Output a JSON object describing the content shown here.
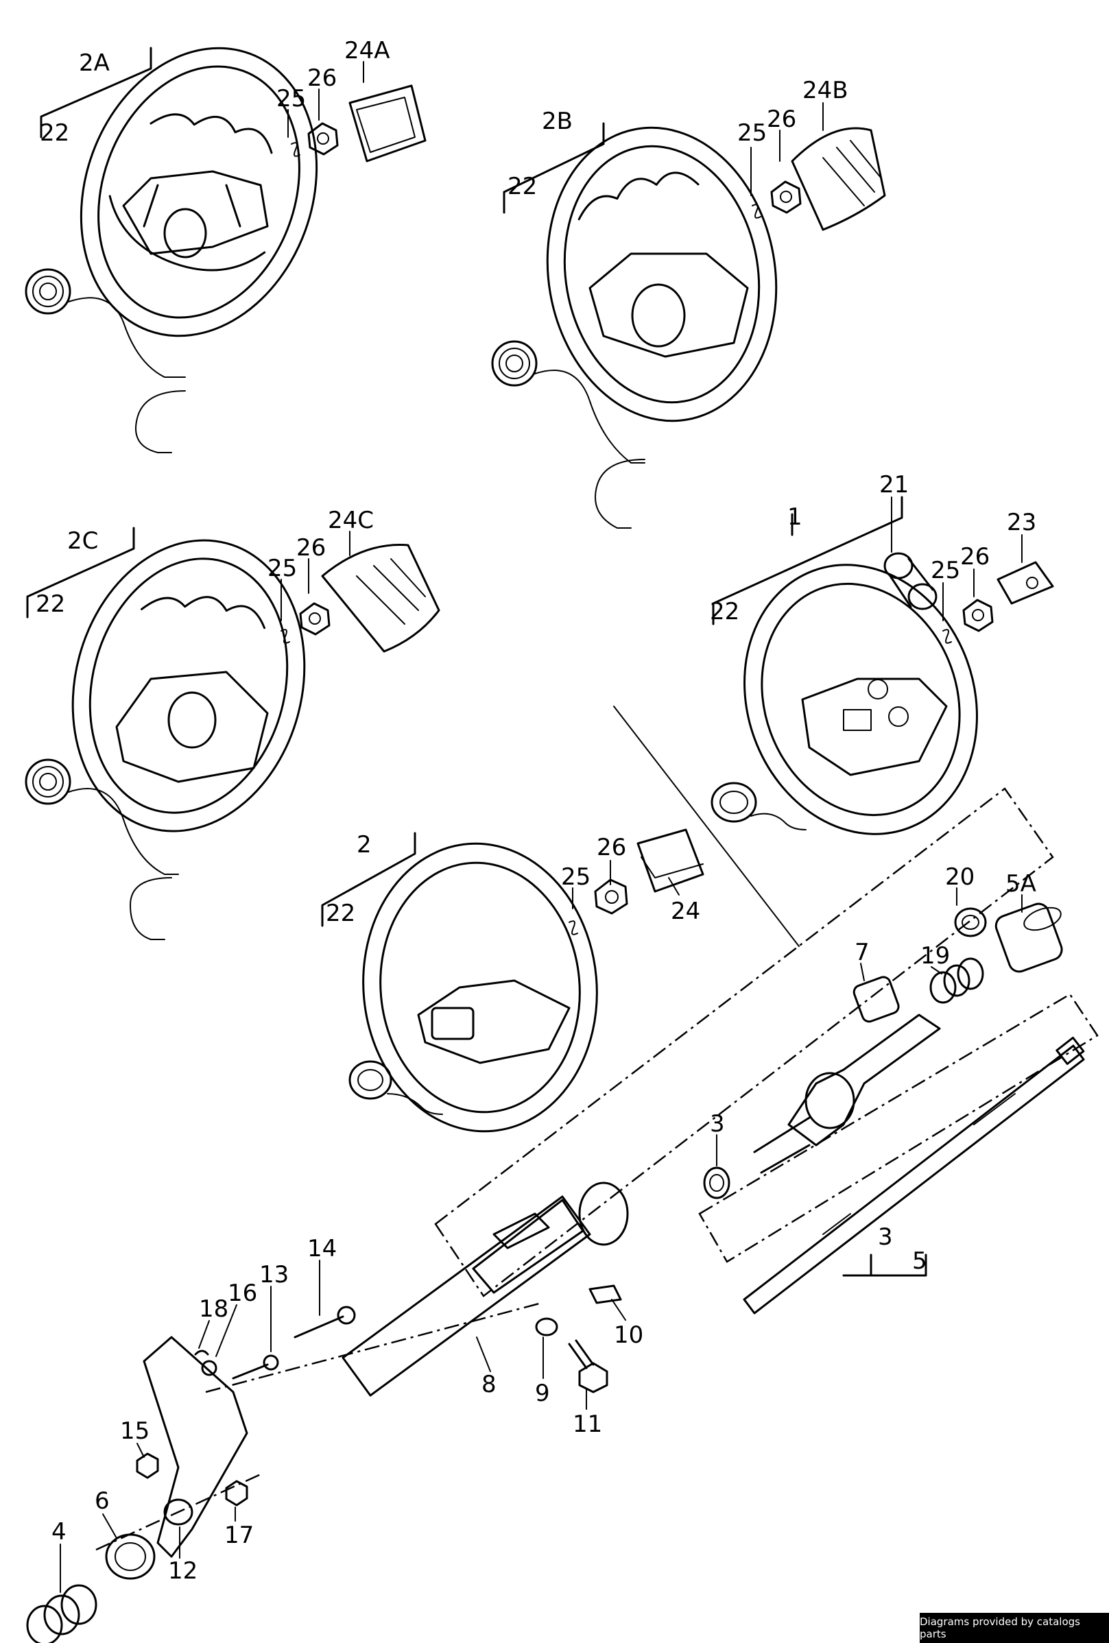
{
  "labels": {
    "l2A": "2A",
    "l24A": "24A",
    "l26a": "26",
    "l25a": "25",
    "l22a": "22",
    "l2B": "2B",
    "l24B": "24B",
    "l26b": "26",
    "l25b": "25",
    "l22b": "22",
    "l2C": "2C",
    "l24C": "24C",
    "l26c": "26",
    "l25c": "25",
    "l22c": "22",
    "l1": "1",
    "l21": "21",
    "l23": "23",
    "l26d": "26",
    "l25d": "25",
    "l22d": "22",
    "l2": "2",
    "l26e": "26",
    "l25e": "25",
    "l24": "24",
    "l22e": "22",
    "l20": "20",
    "l5A": "5A",
    "l19": "19",
    "l7": "7",
    "l3a": "3",
    "l3b": "3",
    "l5": "5",
    "l14": "14",
    "l13": "13",
    "l16": "16",
    "l18": "18",
    "l10": "10",
    "l8": "8",
    "l9": "9",
    "l11": "11",
    "l15": "15",
    "l6": "6",
    "l4": "4",
    "l12": "12",
    "l17": "17"
  },
  "credit": "Diagrams provided by catalogs parts"
}
